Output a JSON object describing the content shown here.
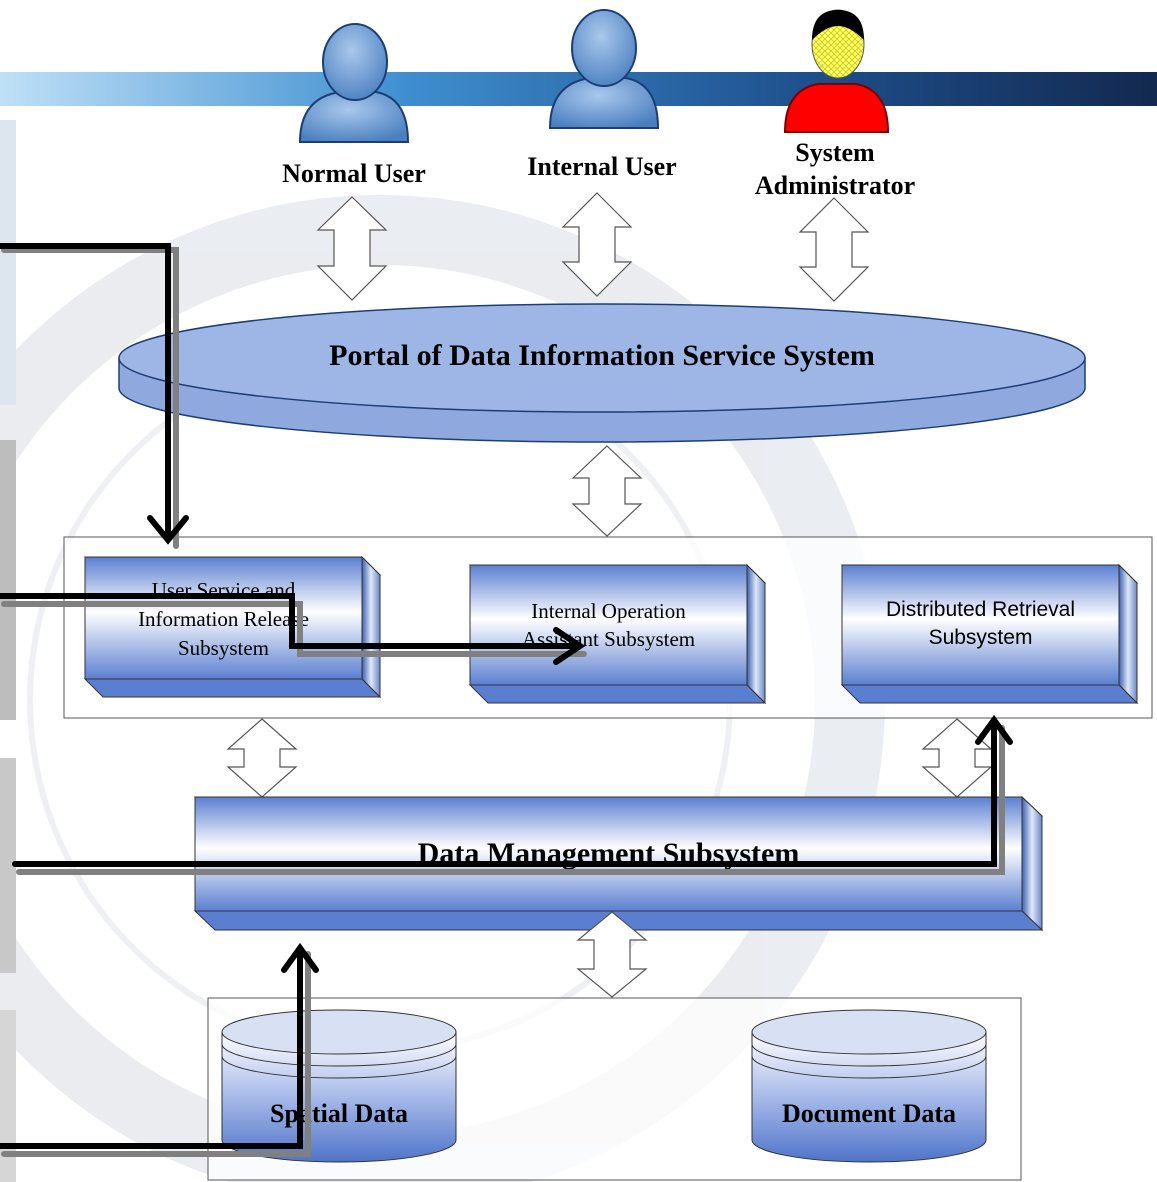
{
  "actors": {
    "normal_user": "Normal User",
    "internal_user": "Internal User",
    "system_admin_line1": "System",
    "system_admin_line2": "Administrator"
  },
  "portal": {
    "label": "Portal of Data Information Service System"
  },
  "subsystems": {
    "user_service_line1": "User Service and",
    "user_service_line2": "Information Release",
    "user_service_line3": "Subsystem",
    "internal_op_line1": "Internal Operation",
    "internal_op_line2": "Assistant Subsystem",
    "distributed_line1": "Distributed Retrieval",
    "distributed_line2": "Subsystem"
  },
  "data_management": {
    "label": "Data Management Subsystem"
  },
  "data_stores": {
    "spatial": "Spatial Data",
    "document": "Document Data"
  },
  "colors": {
    "accent_blue": "#1e3a6e",
    "box_blue": "#5b7fd0",
    "admin_red": "#ff0000",
    "admin_face": "#ffff66"
  }
}
